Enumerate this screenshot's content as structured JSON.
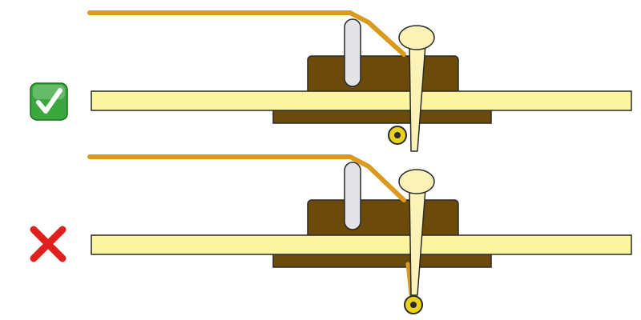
{
  "diagram": {
    "panels": [
      {
        "id": "correct",
        "verdict": "correct",
        "marker_icon": "check-mark-icon"
      },
      {
        "id": "incorrect",
        "verdict": "incorrect",
        "marker_icon": "cross-mark-icon"
      }
    ]
  },
  "colors": {
    "board": "#fcf5a0",
    "board_outline": "#2a2a2a",
    "bridge_base": "#6b4a0b",
    "saddle": "#e4e4e6",
    "string": "#d99a1f",
    "bridge_pin": "#fbf2b8",
    "ball_end": "#e8d21a",
    "check_green": "#3aa83d",
    "cross_red": "#e0201c"
  }
}
